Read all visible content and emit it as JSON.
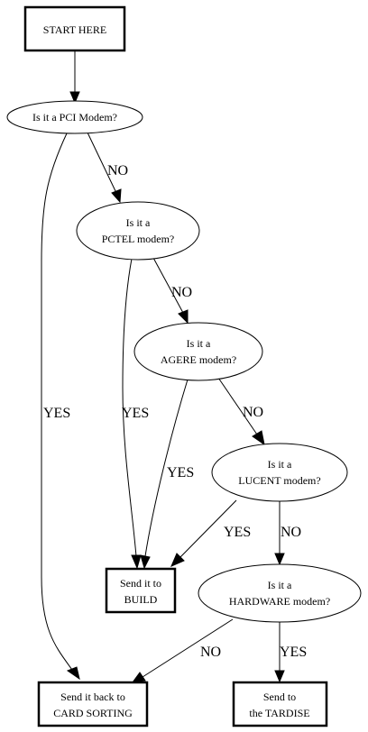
{
  "nodes": {
    "start": {
      "lines": [
        "START HERE"
      ]
    },
    "pci": {
      "lines": [
        "Is it a PCI Modem?"
      ]
    },
    "pctel": {
      "lines": [
        "Is it a",
        "PCTEL modem?"
      ]
    },
    "agere": {
      "lines": [
        "Is it a",
        "AGERE modem?"
      ]
    },
    "lucent": {
      "lines": [
        "Is it a",
        "LUCENT modem?"
      ]
    },
    "build": {
      "lines": [
        "Send it to",
        "BUILD"
      ]
    },
    "hardware": {
      "lines": [
        "Is it a",
        "HARDWARE modem?"
      ]
    },
    "card_sorting": {
      "lines": [
        "Send it back to",
        "CARD SORTING"
      ]
    },
    "tardise": {
      "lines": [
        "Send to",
        "the TARDISE"
      ]
    }
  },
  "edges": {
    "pci_no": "NO",
    "pci_yes": "YES",
    "pctel_no": "NO",
    "pctel_yes": "YES",
    "agere_no": "NO",
    "agere_yes": "YES",
    "lucent_yes": "YES",
    "lucent_no": "NO",
    "hardware_no": "NO",
    "hardware_yes": "YES"
  }
}
